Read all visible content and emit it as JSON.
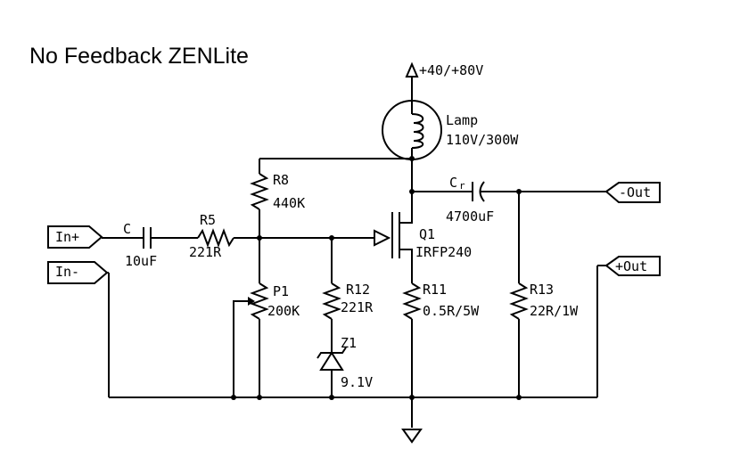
{
  "title": "No Feedback ZENLite",
  "supply": "+40/+80V",
  "lamp": {
    "ref": "Lamp",
    "value": "110V/300W"
  },
  "c_in": {
    "ref": "C",
    "value": "10uF"
  },
  "r5": {
    "ref": "R5",
    "value": "221R"
  },
  "r8": {
    "ref": "R8",
    "value": "440K"
  },
  "p1": {
    "ref": "P1",
    "value": "200K"
  },
  "r12": {
    "ref": "R12",
    "value": "221R"
  },
  "z1": {
    "ref": "Z1",
    "value": "9.1V"
  },
  "q1": {
    "ref": "Q1",
    "value": "IRFP240"
  },
  "r11": {
    "ref": "R11",
    "value": "0.5R/5W"
  },
  "r13": {
    "ref": "R13",
    "value": "22R/1W"
  },
  "c_out": {
    "ref": "C",
    "ref_sub": "r",
    "value": "4700uF"
  },
  "ports": {
    "in_plus": "In+",
    "in_minus": "In-",
    "out_minus": "-Out",
    "out_plus": "+Out"
  }
}
